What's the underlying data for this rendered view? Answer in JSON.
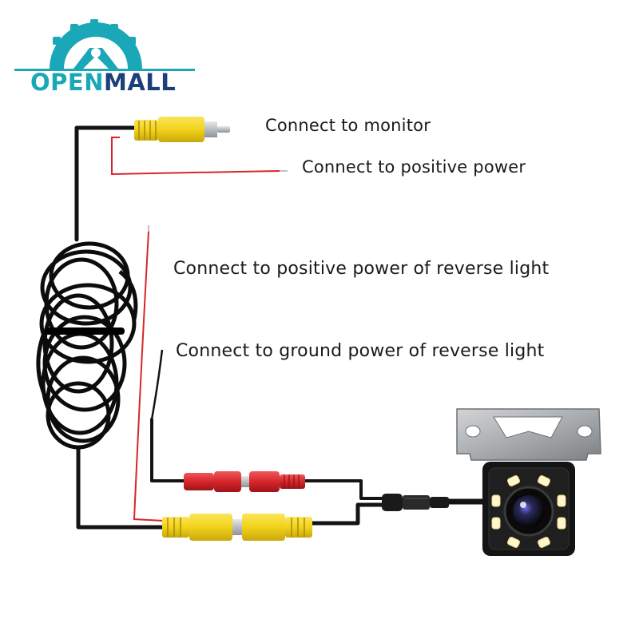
{
  "logo": {
    "brand_part1": "OPEN",
    "brand_part2": "MALL",
    "color_part1": "#1aa8b8",
    "color_part2": "#1c3f7a",
    "emblem": "steering-wheel-icon"
  },
  "labels": {
    "connect_monitor": "Connect to monitor",
    "connect_positive_power": "Connect to  positive power",
    "connect_reverse_positive": "Connect to positive power of reverse light",
    "connect_reverse_ground": "Connect to ground power of reverse light"
  },
  "colors": {
    "rca_yellow": "#f2d21a",
    "dc_red": "#d6262b",
    "cable_black": "#141414",
    "bracket_silver": "#b9bcbf",
    "led_white": "#fff6cc"
  }
}
